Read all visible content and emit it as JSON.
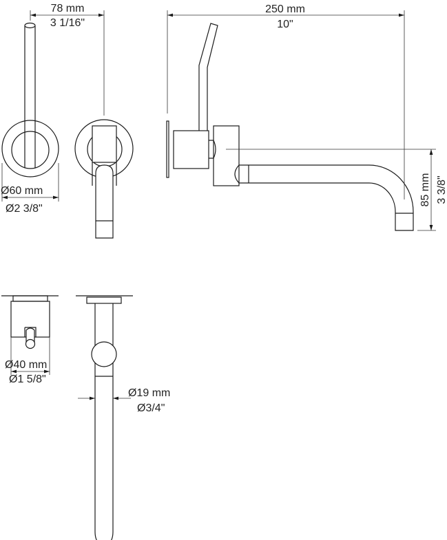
{
  "dimensions": {
    "handle_projection": {
      "metric": "78 mm",
      "imperial": "3 1/16\""
    },
    "overall_length": {
      "metric": "250 mm",
      "imperial": "10\""
    },
    "escutcheon_diameter": {
      "metric": "Ø60 mm",
      "imperial": "Ø2 3/8\""
    },
    "spout_height": {
      "metric": "85 mm",
      "imperial": "3 3/8\""
    },
    "body_diameter": {
      "metric": "Ø40 mm",
      "imperial": "Ø1 5/8\""
    },
    "spout_diameter": {
      "metric": "Ø19 mm",
      "imperial": "Ø3/4\""
    }
  },
  "colors": {
    "line": "#1a1a1a",
    "background": "#ffffff"
  }
}
